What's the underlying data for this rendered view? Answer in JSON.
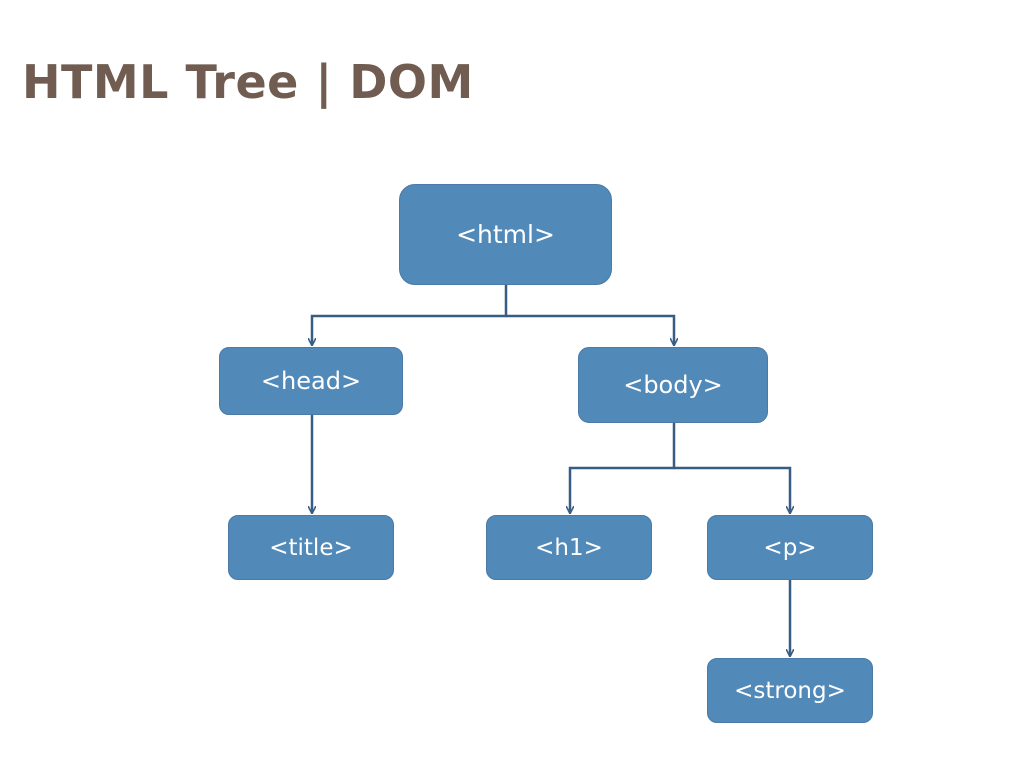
{
  "slide": {
    "title": "HTML Tree | DOM"
  },
  "colors": {
    "title": "#705c50",
    "node_fill": "#5189b9",
    "node_border": "#4a7aa5",
    "node_text": "#ffffff",
    "connector": "#385d82"
  },
  "tree": {
    "root": "<html>",
    "head": "<head>",
    "body": "<body>",
    "title": "<title>",
    "h1": "<h1>",
    "p": "<p>",
    "strong": "<strong>"
  },
  "edges": [
    [
      "root",
      "head"
    ],
    [
      "root",
      "body"
    ],
    [
      "head",
      "title"
    ],
    [
      "body",
      "h1"
    ],
    [
      "body",
      "p"
    ],
    [
      "p",
      "strong"
    ]
  ]
}
